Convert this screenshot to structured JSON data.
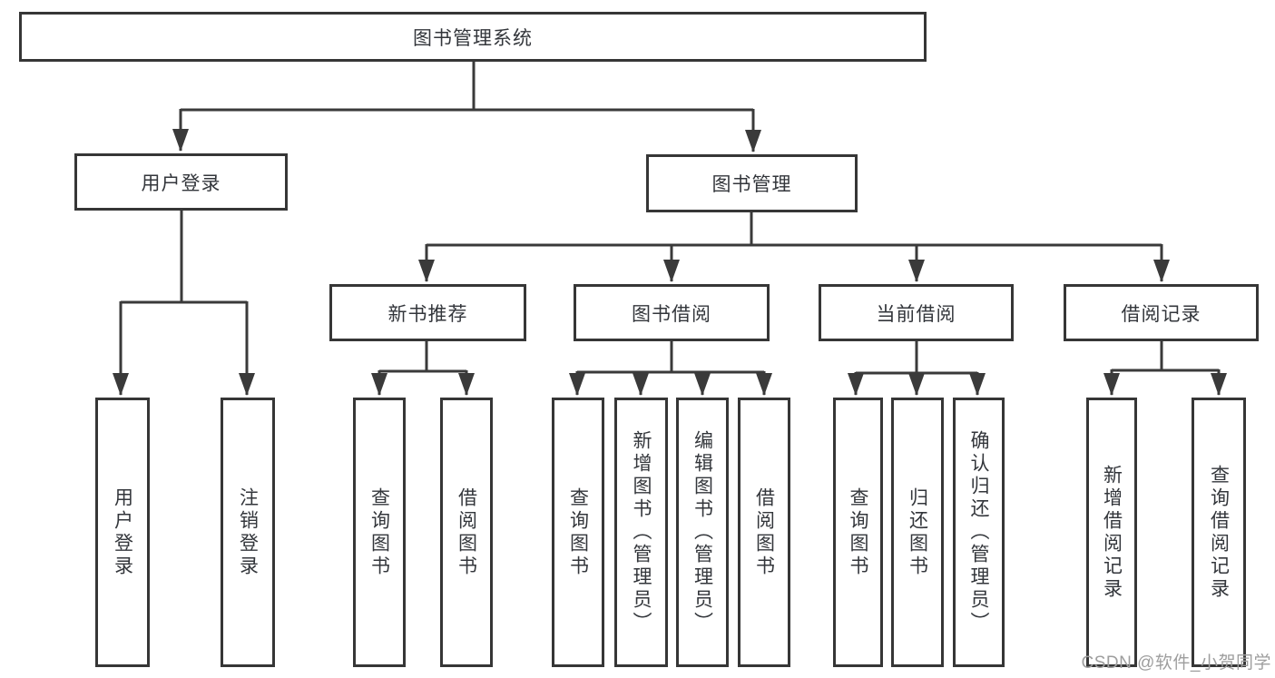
{
  "watermark": "CSDN @软件_小贺同学",
  "colors": {
    "line": "#3a3a3a",
    "border": "#363636",
    "text": "#33363b",
    "watermark": "#9e9e9e",
    "background": "#ffffff"
  },
  "diagram": {
    "root": {
      "label": "图书管理系统"
    },
    "level2": [
      {
        "label": "用户登录"
      },
      {
        "label": "图书管理"
      }
    ],
    "level3": [
      {
        "label": "新书推荐"
      },
      {
        "label": "图书借阅"
      },
      {
        "label": "当前借阅"
      },
      {
        "label": "借阅记录"
      }
    ],
    "leaves": {
      "user_login": [
        {
          "label": "用户登录"
        },
        {
          "label": "注销登录"
        }
      ],
      "new_book_rec": [
        {
          "label": "查询图书"
        },
        {
          "label": "借阅图书"
        }
      ],
      "book_borrow": [
        {
          "label": "查询图书"
        },
        {
          "label": "新增图书（管理员）"
        },
        {
          "label": "编辑图书（管理员）"
        },
        {
          "label": "借阅图书"
        }
      ],
      "current_borrow": [
        {
          "label": "查询图书"
        },
        {
          "label": "归还图书"
        },
        {
          "label": "确认归还（管理员）"
        }
      ],
      "borrow_records": [
        {
          "label": "新增借阅记录"
        },
        {
          "label": "查询借阅记录"
        }
      ]
    }
  }
}
